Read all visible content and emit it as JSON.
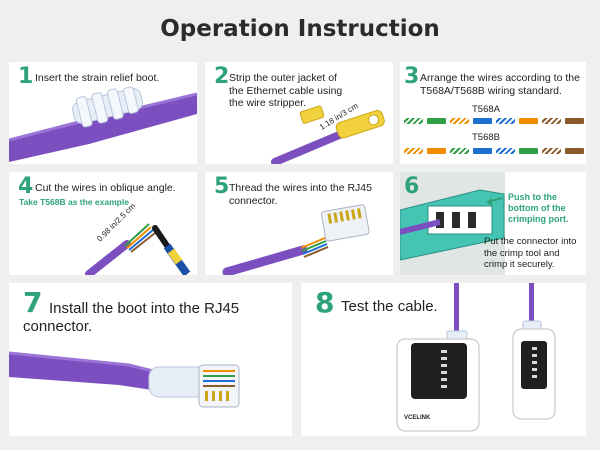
{
  "title": "Operation Instruction",
  "steps": [
    {
      "num": "1",
      "text": "Insert the strain relief boot."
    },
    {
      "num": "2",
      "text": "Strip the outer jacket of the Ethernet cable using the wire stripper.",
      "measure": "1.18 in/3 cm"
    },
    {
      "num": "3",
      "text": "Arrange the wires according to the T568A/T568B wiring standard.",
      "label_a": "T568A",
      "label_b": "T568B"
    },
    {
      "num": "4",
      "text": "Cut the wires in oblique angle.",
      "note": "Take T568B as the example",
      "measure": "0.98 in/2.5 cm"
    },
    {
      "num": "5",
      "text": "Thread the wires into the RJ45 connector."
    },
    {
      "num": "6",
      "callout": "Push to the bottom of the crimping port.",
      "text": "Put the connector into the crimp tool and crimp it securely."
    },
    {
      "num": "7",
      "text": "Install the boot into the RJ45 connector."
    },
    {
      "num": "8",
      "text": "Test the cable."
    }
  ],
  "tester": {
    "brand": "VCELINK"
  },
  "colors": {
    "accent": "#2ea37a",
    "cable": "#7b4fbf",
    "t568a": [
      "#2f9e44",
      "#2f9e44",
      "#f08c00",
      "#1c6fd1",
      "#1c6fd1",
      "#f08c00",
      "#8b5a2b",
      "#8b5a2b"
    ],
    "t568b": [
      "#f08c00",
      "#f08c00",
      "#2f9e44",
      "#1c6fd1",
      "#1c6fd1",
      "#2f9e44",
      "#8b5a2b",
      "#8b5a2b"
    ]
  }
}
